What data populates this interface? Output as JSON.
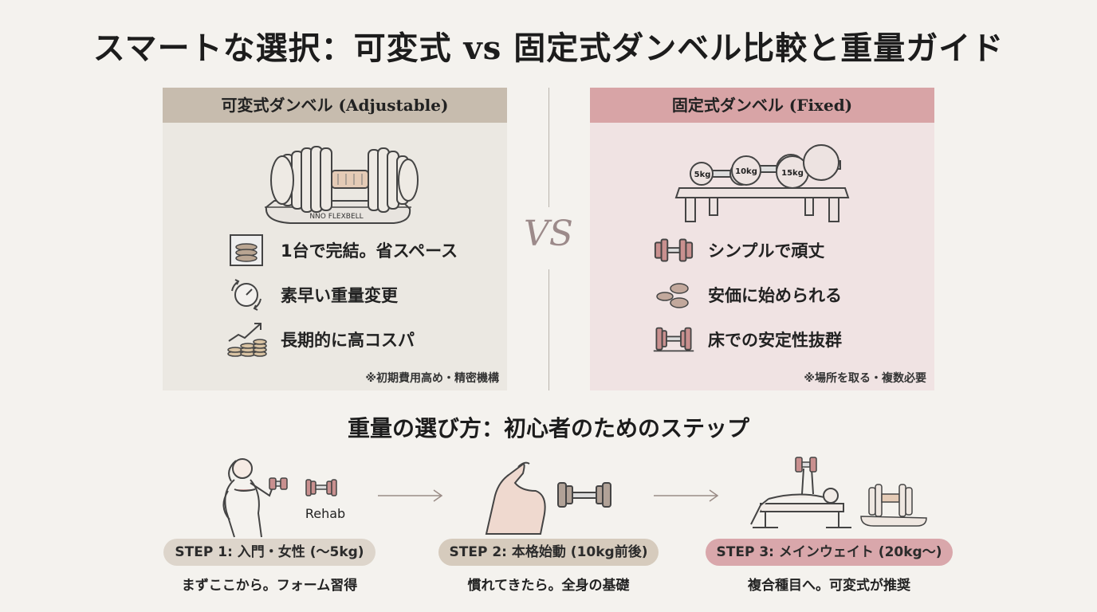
{
  "title": "スマートな選択：可変式 vs 固定式ダンベル比較と重量ガイド",
  "vs_label": "VS",
  "left_panel": {
    "heading": "可変式ダンベル (Adjustable)",
    "device_label": "NNO FLEXBELL",
    "features": [
      {
        "icon": "storage-box-icon",
        "text": "1台で完結。省スペース"
      },
      {
        "icon": "speed-dial-icon",
        "text": "素早い重量変更"
      },
      {
        "icon": "coins-growth-icon",
        "text": "長期的に高コスパ"
      }
    ],
    "note": "※初期費用高め・精密機構"
  },
  "right_panel": {
    "heading": "固定式ダンベル (Fixed)",
    "rack_labels": [
      "5kg",
      "10kg",
      "15kg"
    ],
    "features": [
      {
        "icon": "dumbbell-icon",
        "text": "シンプルで頑丈"
      },
      {
        "icon": "plates-icon",
        "text": "安価に始められる"
      },
      {
        "icon": "floor-dumbbell-icon",
        "text": "床での安定性抜群"
      }
    ],
    "note": "※場所を取る・複数必要"
  },
  "steps_title": "重量の選び方：初心者のためのステップ",
  "steps": [
    {
      "pill": "STEP 1: 入門・女性 (〜5kg)",
      "desc": "まずここから。フォーム習得",
      "art_label": "Rehab",
      "color": "#ddd5cb"
    },
    {
      "pill": "STEP 2: 本格始動 (10kg前後)",
      "desc": "慣れてきたら。全身の基礎",
      "color": "#d6cbbd"
    },
    {
      "pill": "STEP 3: メインウェイト (20kg〜)",
      "desc": "複合種目へ。可変式が推奨",
      "color": "#d9a7ab"
    }
  ],
  "colors": {
    "left_head": "#c7bcae",
    "right_head": "#d8a4a6",
    "accent": "#8e6b6b"
  }
}
